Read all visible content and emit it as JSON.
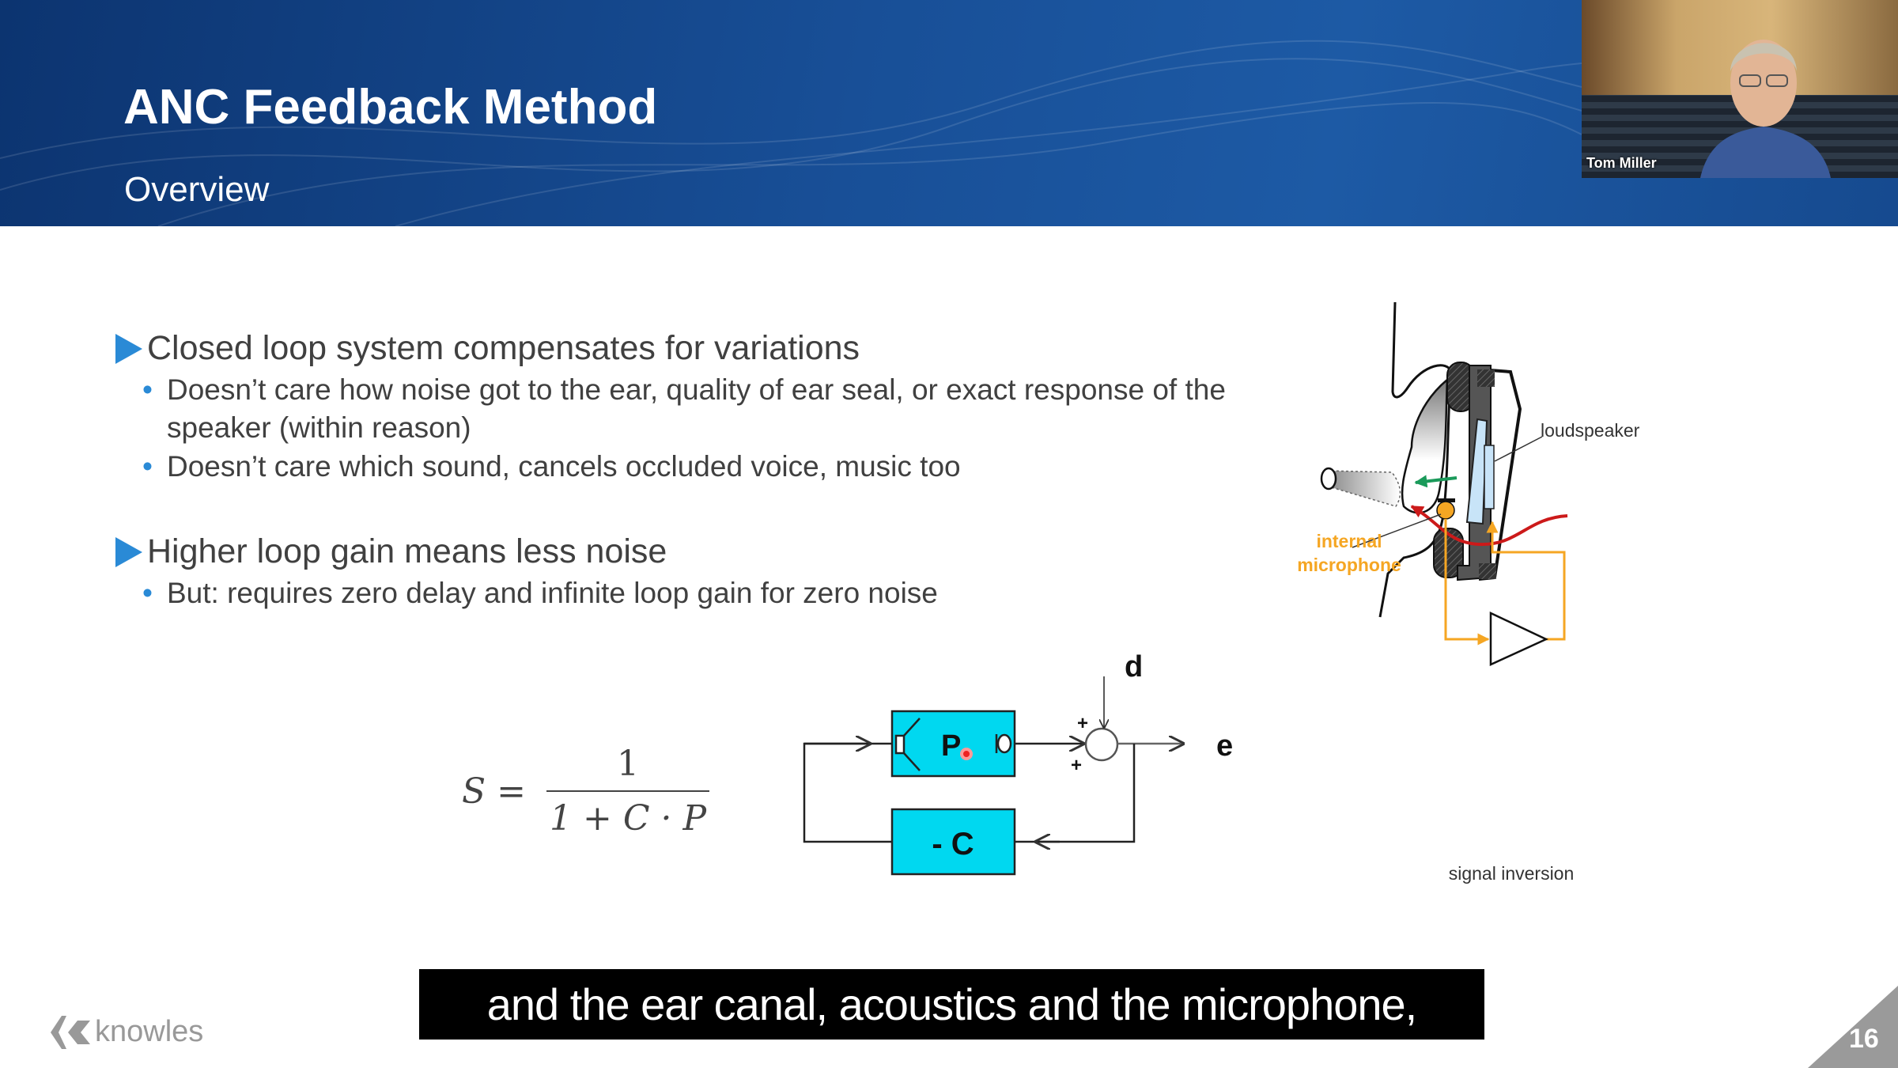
{
  "slide": {
    "title": "ANC Feedback Method",
    "subtitle": "Overview",
    "bullets": [
      {
        "text": "Closed loop system compensates for variations",
        "subs": [
          "Doesn’t care how noise got to the ear, quality of ear seal, or exact response of the",
          "speaker (within reason)",
          "Doesn’t care which sound, cancels occluded voice, music too"
        ]
      },
      {
        "text": "Higher loop gain means less noise",
        "subs": [
          "But: requires zero delay and infinite loop gain for zero noise"
        ]
      }
    ],
    "formula": {
      "lhs": "S =",
      "numerator": "1",
      "denominator": "1 + C · P"
    },
    "block_diagram": {
      "plant_label": "P",
      "controller_label": "- C",
      "disturbance_label": "d",
      "error_label": "e",
      "plus1": "+",
      "plus2": "+"
    },
    "ear_diagram": {
      "loudspeaker_label": "loudspeaker",
      "mic_label_1": "internal",
      "mic_label_2": "microphone",
      "inversion_label": "signal inversion"
    },
    "page_number": "16",
    "logo_text": "knowles"
  },
  "webcam": {
    "name": "Tom Miller"
  },
  "caption": "and the ear canal, acoustics and the microphone,",
  "colors": {
    "accent": "#2a8ad6",
    "block_fill": "#00d8f0",
    "mic_orange": "#f5a623",
    "header_blue": "#184f97"
  }
}
